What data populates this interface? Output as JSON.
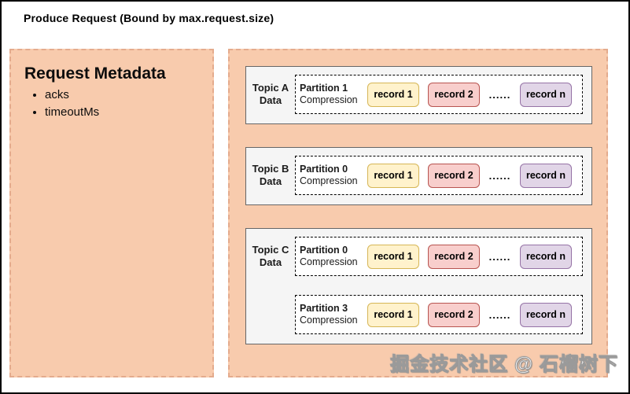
{
  "title": "Produce Request (Bound by max.request.size)",
  "metadata_panel": {
    "heading": "Request Metadata",
    "items": [
      "acks",
      "timeoutMs"
    ]
  },
  "topics": [
    {
      "label_line1": "Topic A",
      "label_line2": "Data",
      "partitions": [
        {
          "name": "Partition 1",
          "sub": "Compression",
          "records": [
            {
              "label": "record 1",
              "fill": "#FFF2CC",
              "stroke": "#D6B656"
            },
            {
              "label": "record 2",
              "fill": "#F8CECC",
              "stroke": "#B85450"
            },
            {
              "label": "......",
              "ellipsis": true
            },
            {
              "label": "record n",
              "fill": "#E1D5E7",
              "stroke": "#9673A6"
            }
          ]
        }
      ]
    },
    {
      "label_line1": "Topic B",
      "label_line2": "Data",
      "partitions": [
        {
          "name": "Partition 0",
          "sub": "Compression",
          "records": [
            {
              "label": "record 1",
              "fill": "#FFF2CC",
              "stroke": "#D6B656"
            },
            {
              "label": "record 2",
              "fill": "#F8CECC",
              "stroke": "#B85450"
            },
            {
              "label": "......",
              "ellipsis": true
            },
            {
              "label": "record n",
              "fill": "#E1D5E7",
              "stroke": "#9673A6"
            }
          ]
        }
      ]
    },
    {
      "label_line1": "Topic C",
      "label_line2": "Data",
      "partitions": [
        {
          "name": "Partition 0",
          "sub": "Compression",
          "records": [
            {
              "label": "record 1",
              "fill": "#FFF2CC",
              "stroke": "#D6B656"
            },
            {
              "label": "record 2",
              "fill": "#F8CECC",
              "stroke": "#B85450"
            },
            {
              "label": "......",
              "ellipsis": true
            },
            {
              "label": "record n",
              "fill": "#E1D5E7",
              "stroke": "#9673A6"
            }
          ]
        },
        {
          "name": "Partition 3",
          "sub": "Compression",
          "records": [
            {
              "label": "record 1",
              "fill": "#FFF2CC",
              "stroke": "#D6B656"
            },
            {
              "label": "record 2",
              "fill": "#F8CECC",
              "stroke": "#B85450"
            },
            {
              "label": "......",
              "ellipsis": true
            },
            {
              "label": "record n",
              "fill": "#E1D5E7",
              "stroke": "#9673A6"
            }
          ]
        }
      ]
    }
  ],
  "watermark": "掘金技术社区 @ 石榴树下",
  "colors": {
    "panel_fill": "#F8CBAD",
    "panel_dash": "#e4ab8d",
    "topic_box_fill": "#F5F5F5",
    "topic_box_stroke": "#666666",
    "record_yellow_fill": "#FFF2CC",
    "record_yellow_stroke": "#D6B656",
    "record_pink_fill": "#F8CECC",
    "record_pink_stroke": "#B85450",
    "record_purple_fill": "#E1D5E7",
    "record_purple_stroke": "#9673A6"
  }
}
